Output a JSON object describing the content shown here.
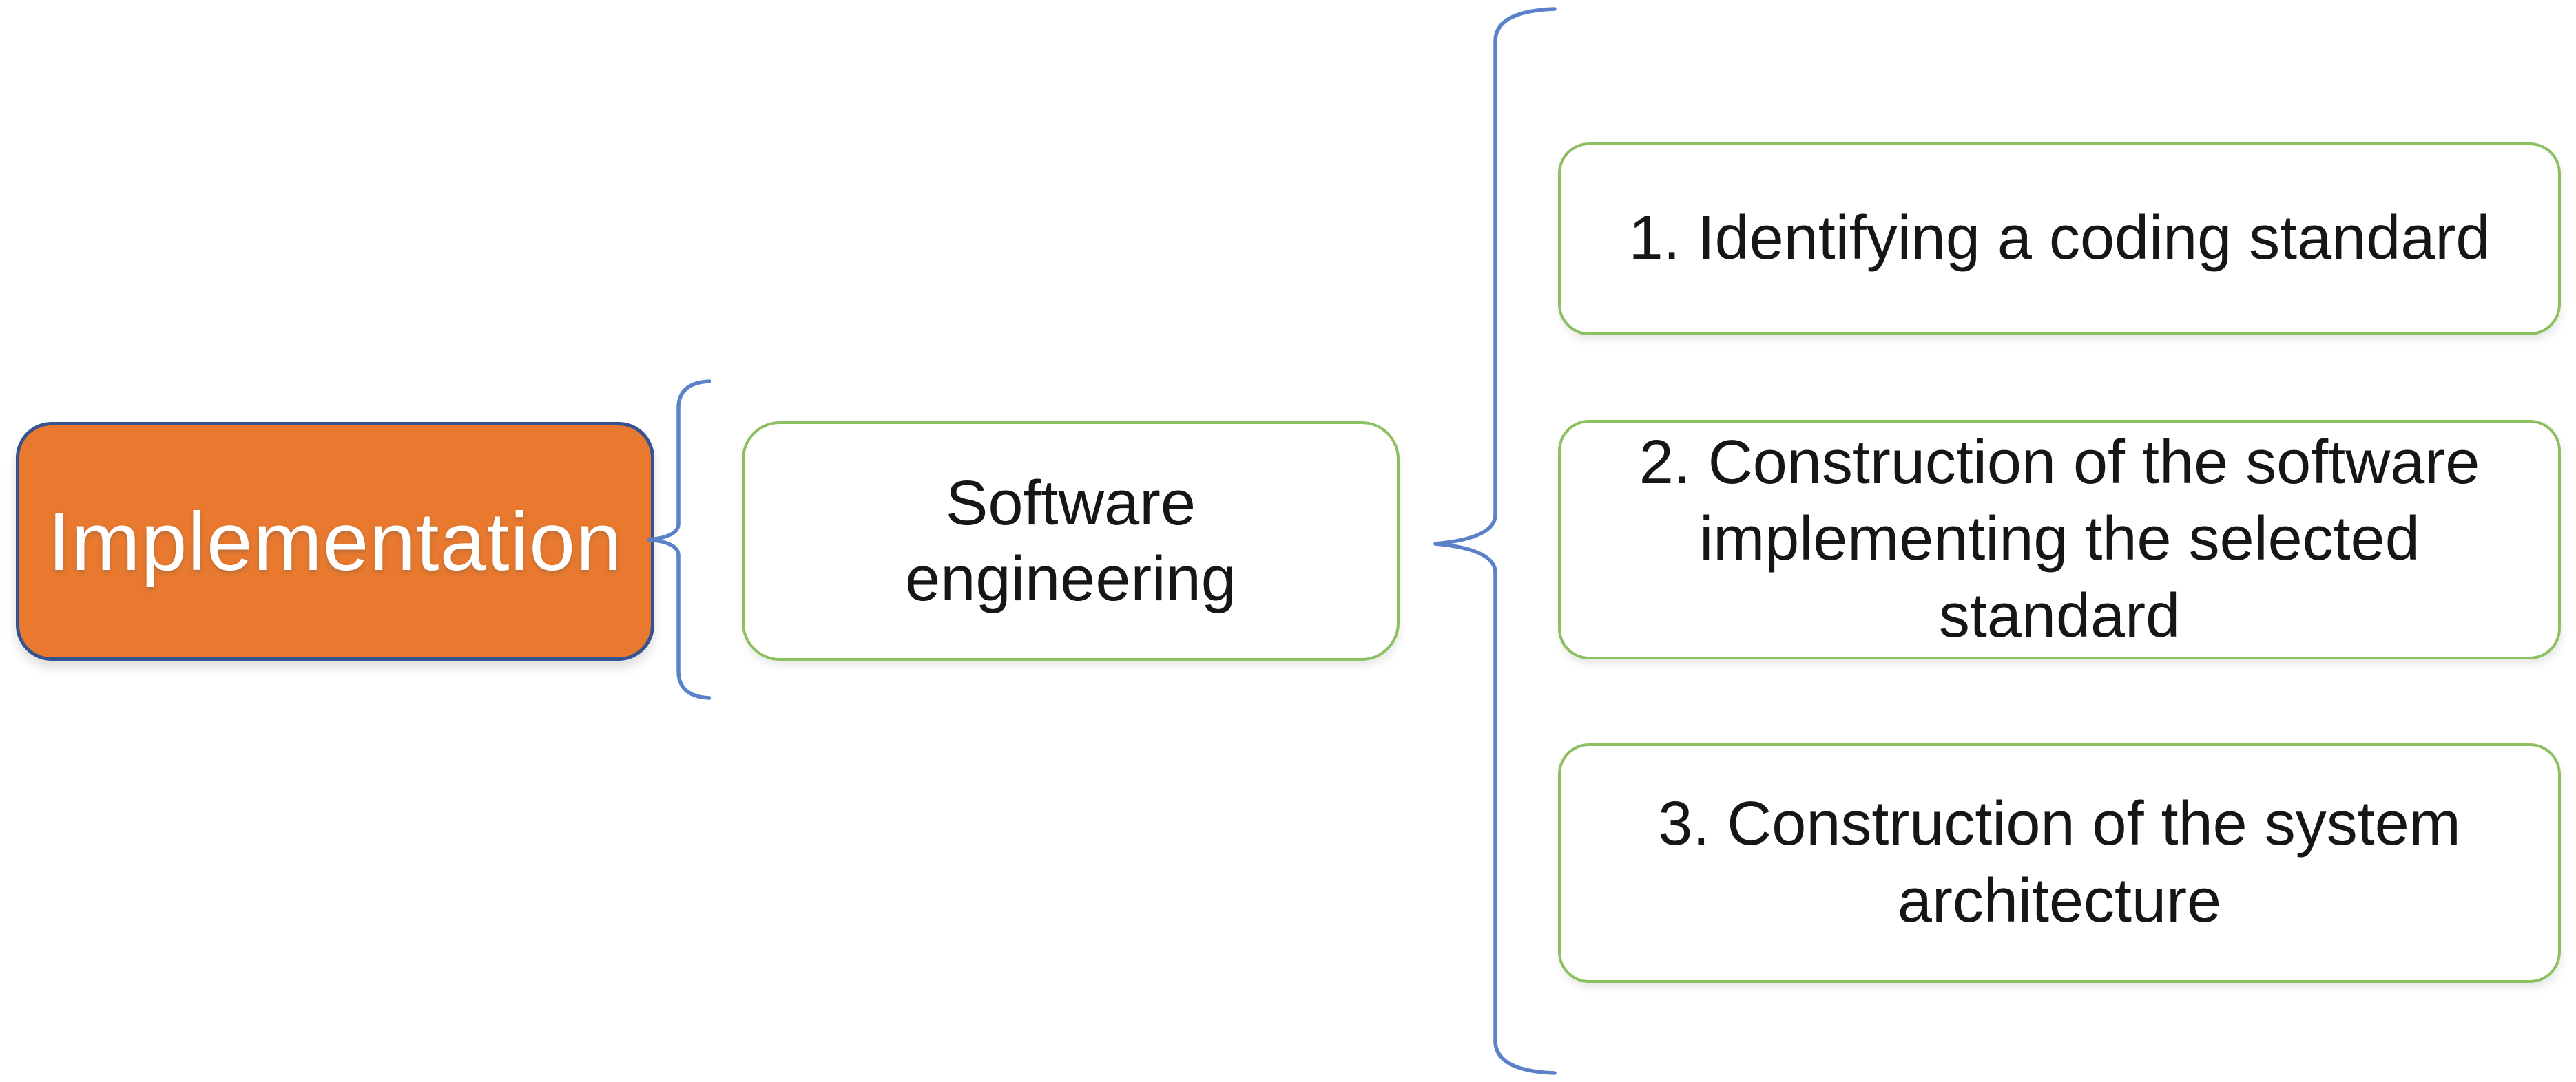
{
  "diagram": {
    "root": {
      "label": "Implementation"
    },
    "middle": {
      "label": "Software\nengineering"
    },
    "items": [
      {
        "label": "1. Identifying a coding standard"
      },
      {
        "label": "2. Construction of the software\nimplementing the selected\nstandard"
      },
      {
        "label": "3. Construction of the system\narchitecture"
      }
    ],
    "colors": {
      "root_fill": "#e8792e",
      "root_border": "#35548f",
      "root_text": "#ffffff",
      "branch_border": "#8dc063",
      "branch_fill": "#ffffff",
      "branch_text": "#161616",
      "brace": "#5b82c8"
    }
  }
}
